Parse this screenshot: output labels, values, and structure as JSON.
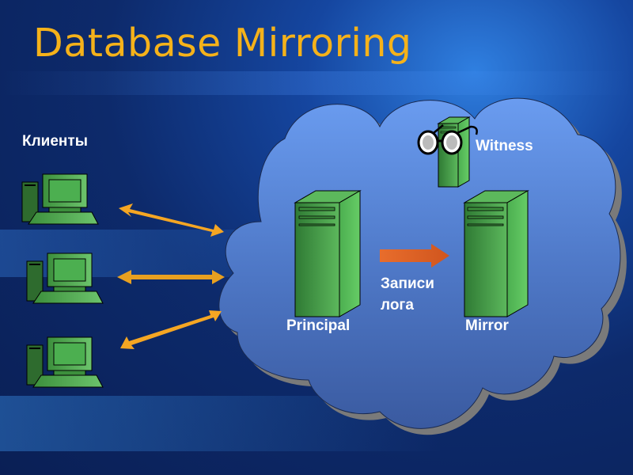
{
  "title": "Database Mirroring",
  "clients": {
    "label": "Клиенты",
    "count": 3
  },
  "servers": {
    "principal": "Principal",
    "mirror": "Mirror",
    "witness": "Witness"
  },
  "log_transfer": {
    "line1": "Записи",
    "line2": "лога"
  },
  "colors": {
    "title": "#f5b21a",
    "cloud": "#5a88dc",
    "server_green": "#4caf50",
    "arrow_gold": "#f5a623",
    "arrow_orange": "#e0662a"
  }
}
